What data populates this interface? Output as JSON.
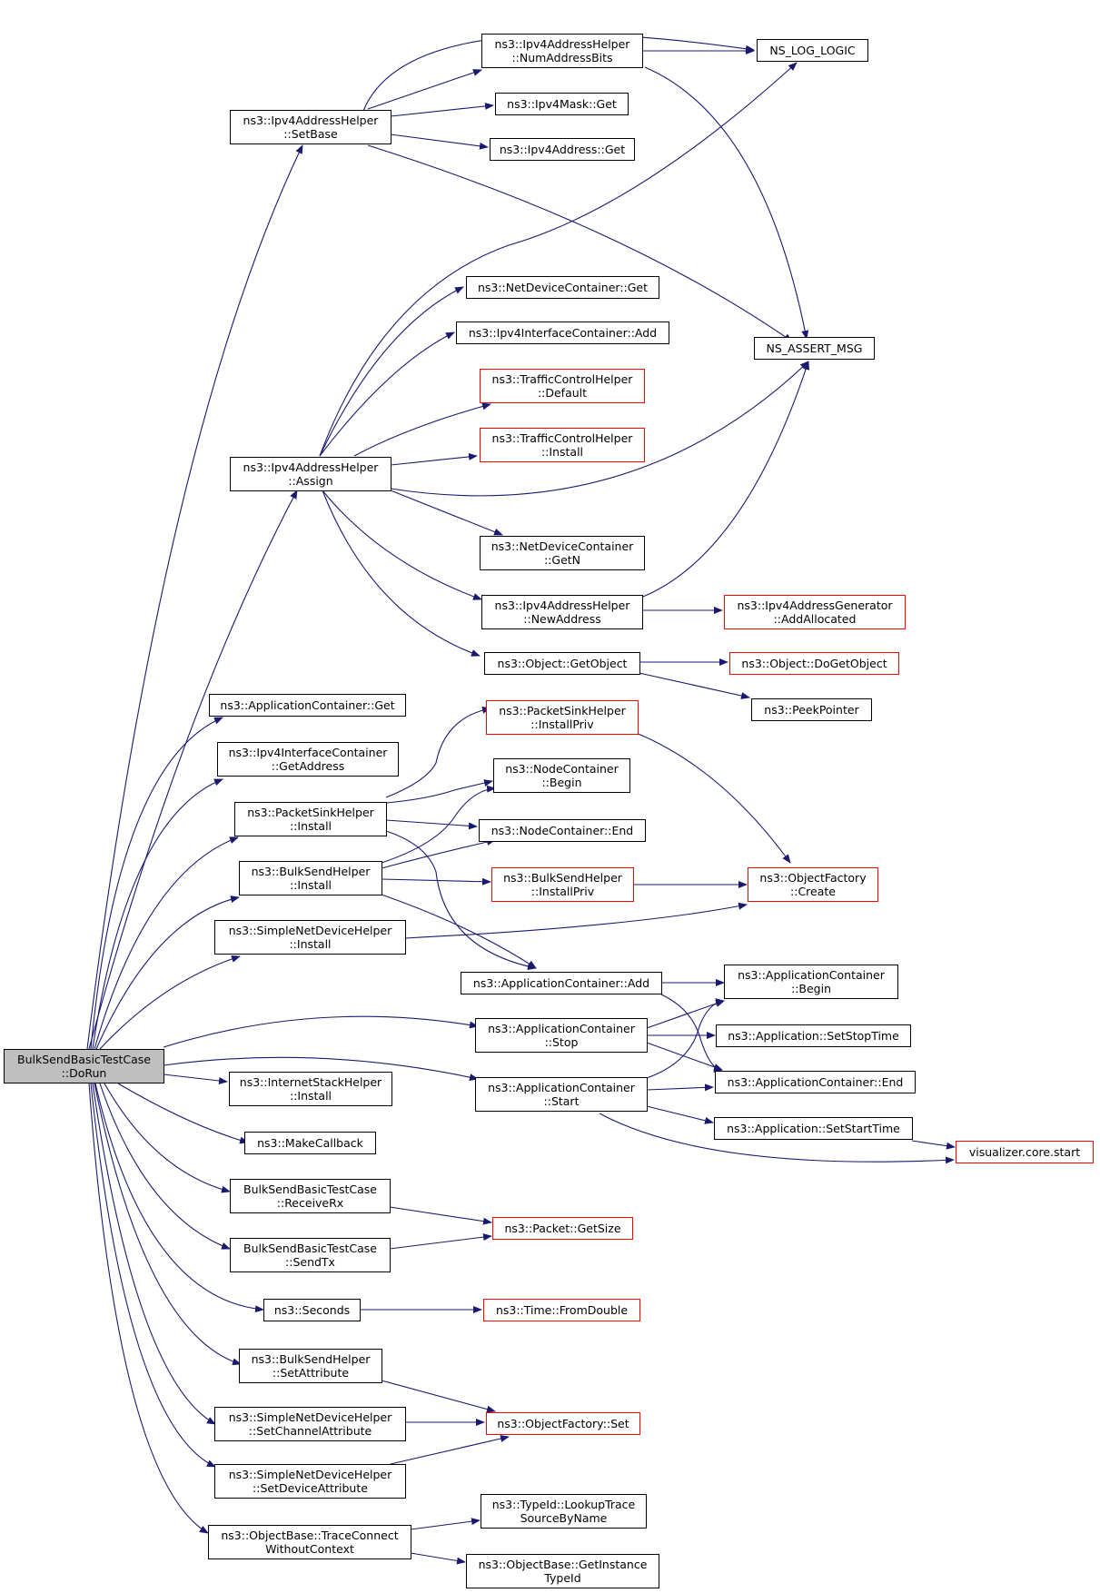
{
  "colors": {
    "edge": "#191970",
    "box_border": "#000000",
    "box_border_incomplete": "#ff0000",
    "root_fill": "#bfbfbf"
  },
  "nodes": {
    "root": {
      "l1": "BulkSendBasicTestCase",
      "l2": "::DoRun"
    },
    "setbase": {
      "l1": "ns3::Ipv4AddressHelper",
      "l2": "::SetBase"
    },
    "numaddrbits": {
      "l1": "ns3::Ipv4AddressHelper",
      "l2": "::NumAddressBits"
    },
    "nslog": {
      "l1": "NS_LOG_LOGIC"
    },
    "maskget": {
      "l1": "ns3::Ipv4Mask::Get"
    },
    "addrget": {
      "l1": "ns3::Ipv4Address::Get"
    },
    "ndcget": {
      "l1": "ns3::NetDeviceContainer::Get"
    },
    "iicadd": {
      "l1": "ns3::Ipv4InterfaceContainer::Add"
    },
    "nsassert": {
      "l1": "NS_ASSERT_MSG"
    },
    "tchdefault": {
      "l1": "ns3::TrafficControlHelper",
      "l2": "::Default"
    },
    "tchinstall": {
      "l1": "ns3::TrafficControlHelper",
      "l2": "::Install"
    },
    "assign": {
      "l1": "ns3::Ipv4AddressHelper",
      "l2": "::Assign"
    },
    "ndcgetn": {
      "l1": "ns3::NetDeviceContainer",
      "l2": "::GetN"
    },
    "newaddr": {
      "l1": "ns3::Ipv4AddressHelper",
      "l2": "::NewAddress"
    },
    "addalloc": {
      "l1": "ns3::Ipv4AddressGenerator",
      "l2": "::AddAllocated"
    },
    "getobject": {
      "l1": "ns3::Object::GetObject"
    },
    "dogetobject": {
      "l1": "ns3::Object::DoGetObject"
    },
    "peekpointer": {
      "l1": "ns3::PeekPointer"
    },
    "appcget": {
      "l1": "ns3::ApplicationContainer::Get"
    },
    "iicgetaddr": {
      "l1": "ns3::Ipv4InterfaceContainer",
      "l2": "::GetAddress"
    },
    "pshinstallpriv": {
      "l1": "ns3::PacketSinkHelper",
      "l2": "::InstallPriv"
    },
    "ncbegin": {
      "l1": "ns3::NodeContainer",
      "l2": "::Begin"
    },
    "pshinstall": {
      "l1": "ns3::PacketSinkHelper",
      "l2": "::Install"
    },
    "ncend": {
      "l1": "ns3::NodeContainer::End"
    },
    "bshinstall": {
      "l1": "ns3::BulkSendHelper",
      "l2": "::Install"
    },
    "bshinstallpriv": {
      "l1": "ns3::BulkSendHelper",
      "l2": "::InstallPriv"
    },
    "ofcreate": {
      "l1": "ns3::ObjectFactory",
      "l2": "::Create"
    },
    "sndhinstall": {
      "l1": "ns3::SimpleNetDeviceHelper",
      "l2": "::Install"
    },
    "appcadd": {
      "l1": "ns3::ApplicationContainer::Add"
    },
    "appcbegin": {
      "l1": "ns3::ApplicationContainer",
      "l2": "::Begin"
    },
    "appcstop": {
      "l1": "ns3::ApplicationContainer",
      "l2": "::Stop"
    },
    "appsetstop": {
      "l1": "ns3::Application::SetStopTime"
    },
    "ishinstall": {
      "l1": "ns3::InternetStackHelper",
      "l2": "::Install"
    },
    "appcstart": {
      "l1": "ns3::ApplicationContainer",
      "l2": "::Start"
    },
    "appcend": {
      "l1": "ns3::ApplicationContainer::End"
    },
    "appsetstart": {
      "l1": "ns3::Application::SetStartTime"
    },
    "makecallback": {
      "l1": "ns3::MakeCallback"
    },
    "vizstart": {
      "l1": "visualizer.core.start"
    },
    "receiverx": {
      "l1": "BulkSendBasicTestCase",
      "l2": "::ReceiveRx"
    },
    "packetgetsize": {
      "l1": "ns3::Packet::GetSize"
    },
    "sendtx": {
      "l1": "BulkSendBasicTestCase",
      "l2": "::SendTx"
    },
    "seconds": {
      "l1": "ns3::Seconds"
    },
    "fromdouble": {
      "l1": "ns3::Time::FromDouble"
    },
    "bshsetattr": {
      "l1": "ns3::BulkSendHelper",
      "l2": "::SetAttribute"
    },
    "sndhsetchan": {
      "l1": "ns3::SimpleNetDeviceHelper",
      "l2": "::SetChannelAttribute"
    },
    "ofset": {
      "l1": "ns3::ObjectFactory::Set"
    },
    "sndhsetdev": {
      "l1": "ns3::SimpleNetDeviceHelper",
      "l2": "::SetDeviceAttribute"
    },
    "typeidlookup": {
      "l1": "ns3::TypeId::LookupTrace",
      "l2": "SourceByName"
    },
    "obtraceconn": {
      "l1": "ns3::ObjectBase::TraceConnect",
      "l2": "WithoutContext"
    },
    "obgetinst": {
      "l1": "ns3::ObjectBase::GetInstance",
      "l2": "TypeId"
    }
  }
}
